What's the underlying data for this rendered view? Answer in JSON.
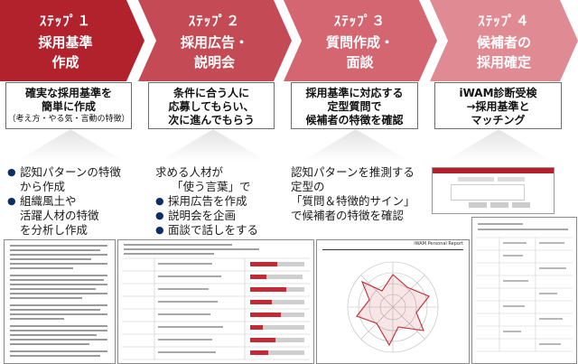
{
  "steps": [
    {
      "num": "ｽﾃｯﾌﾟ１",
      "title_lines": [
        "採用基準",
        "作成"
      ],
      "summary_lines": [
        "確実な採用基準を",
        "簡単に作成"
      ],
      "summary_small": "（考え方・やる気・言動の特徴）"
    },
    {
      "num": "ｽﾃｯﾌﾟ２",
      "title_lines": [
        "採用広告・",
        "説明会"
      ],
      "summary_lines": [
        "条件に合う人に",
        "応募してもらい、",
        "次に進んでもらう"
      ]
    },
    {
      "num": "ｽﾃｯﾌﾟ３",
      "title_lines": [
        "質問作成・",
        "面談"
      ],
      "summary_lines": [
        "採用基準に対応する",
        "定型質問で",
        "候補者の特徴を確認"
      ]
    },
    {
      "num": "ｽﾃｯﾌﾟ４",
      "title_lines": [
        "候補者の",
        "採用確定"
      ],
      "summary_lines": [
        "iWAM診断受検",
        "→採用基準と",
        "マッチング"
      ]
    }
  ],
  "desc1": {
    "bullets": [
      [
        "認知パターンの特徴",
        "から作成"
      ],
      [
        "組織風土や",
        "活躍人材の特徴",
        "を分析し作成"
      ]
    ]
  },
  "desc2": {
    "lines": [
      "求める人材が",
      "「使う言葉」で"
    ],
    "bullets": [
      "採用広告を作成",
      "説明会を企画",
      "面談で話しをする"
    ]
  },
  "desc3": {
    "lines": [
      "認知パターンを推測する",
      "定型の",
      "「質問＆特徴的サイン」",
      "で候補者の特徴を確認"
    ]
  },
  "report_title": "iWAM Personal Report",
  "colors": {
    "arrow1": "#b2222d",
    "arrow2": "#c44b55",
    "arrow3": "#d36670",
    "arrow4": "#e08b93",
    "bullet": "#0d2f66"
  }
}
